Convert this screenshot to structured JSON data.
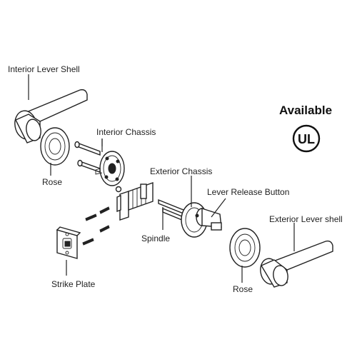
{
  "labels": {
    "interior_lever_shell": "Interior Lever Shell",
    "rose_left": "Rose",
    "interior_chassis": "Interior Chassis",
    "exterior_chassis": "Exterior Chassis",
    "lever_release_button": "Lever Release Button",
    "exterior_lever_shell": "Exterior Lever shell",
    "spindle": "Spindle",
    "strike_plate": "Strike Plate",
    "rose_right": "Rose"
  },
  "badge": {
    "available": "Available",
    "ul_mark": "UL"
  }
}
